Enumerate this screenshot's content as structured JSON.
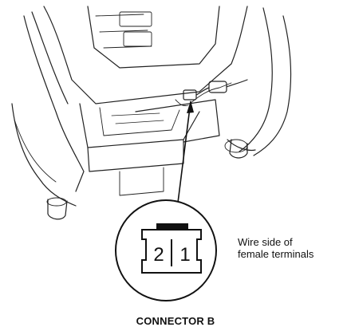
{
  "connector": {
    "title": "CONNECTOR B",
    "note_line1": "Wire side of",
    "note_line2": "female terminals",
    "pins": [
      "2",
      "1"
    ]
  },
  "colors": {
    "line": "#222222",
    "background": "#ffffff"
  },
  "icons": {
    "seat": "seat-frame-illustration",
    "plug": "connector-plug-icon"
  }
}
